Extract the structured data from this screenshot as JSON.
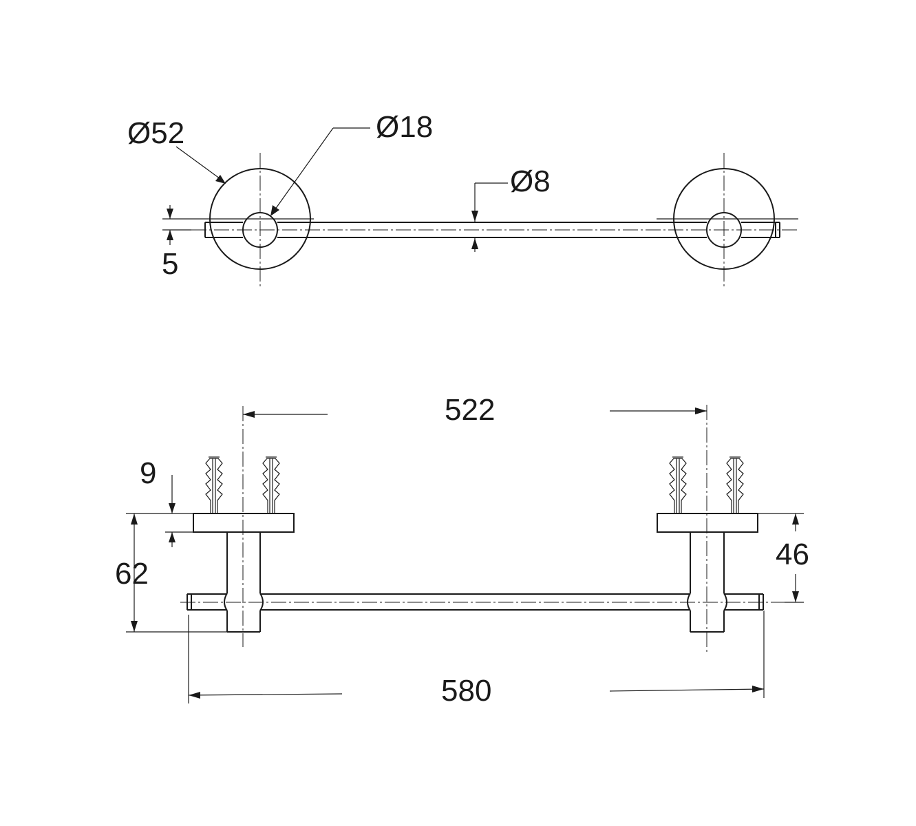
{
  "diagram": {
    "type": "technical-drawing",
    "views": [
      "top-view",
      "front-view"
    ],
    "dimensions": {
      "rosette_diameter": "Ø52",
      "bore_diameter": "Ø18",
      "rod_diameter": "Ø8",
      "rosette_offset": "5",
      "anchor_depth": "9",
      "total_depth": "62",
      "rod_axis_depth": "46",
      "center_distance": "522",
      "overall_length": "580"
    },
    "color": "#1a1a1a"
  }
}
